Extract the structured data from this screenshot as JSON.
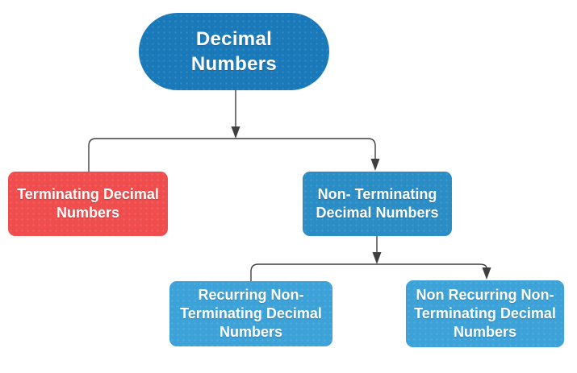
{
  "diagram": {
    "title": "Decimal Numbers",
    "background": "#ffffff",
    "connectors": {
      "color": "#3f3f3f"
    },
    "text_color": "#ffffff",
    "nodes": {
      "root": {
        "label": "Decimal\nNumbers",
        "fill": "#1a7ab9",
        "shape": "pill"
      },
      "terminating": {
        "label": "Terminating Decimal\nNumbers",
        "fill": "#f04e4e",
        "shape": "rounded-rect"
      },
      "non_terminating": {
        "label": "Non- Terminating\nDecimal Numbers",
        "fill": "#2b8dc5",
        "shape": "rounded-rect"
      },
      "recurring": {
        "label": "Recurring Non-\nTerminating Decimal\nNumbers",
        "fill": "#3da2d8",
        "shape": "rounded-rect"
      },
      "non_recurring": {
        "label": "Non Recurring Non-\nTerminating Decimal\nNumbers",
        "fill": "#3da2d8",
        "shape": "rounded-rect"
      }
    },
    "edges": [
      {
        "from": "Decimal Numbers",
        "to": "Terminating Decimal Numbers",
        "arrowhead": false
      },
      {
        "from": "Decimal Numbers",
        "to": "Non- Terminating Decimal Numbers",
        "arrowhead": true
      },
      {
        "from": "Non- Terminating Decimal Numbers",
        "to": "Recurring Non-Terminating Decimal Numbers",
        "arrowhead": false
      },
      {
        "from": "Non- Terminating Decimal Numbers",
        "to": "Non Recurring Non-Terminating Decimal Numbers",
        "arrowhead": true
      }
    ]
  }
}
